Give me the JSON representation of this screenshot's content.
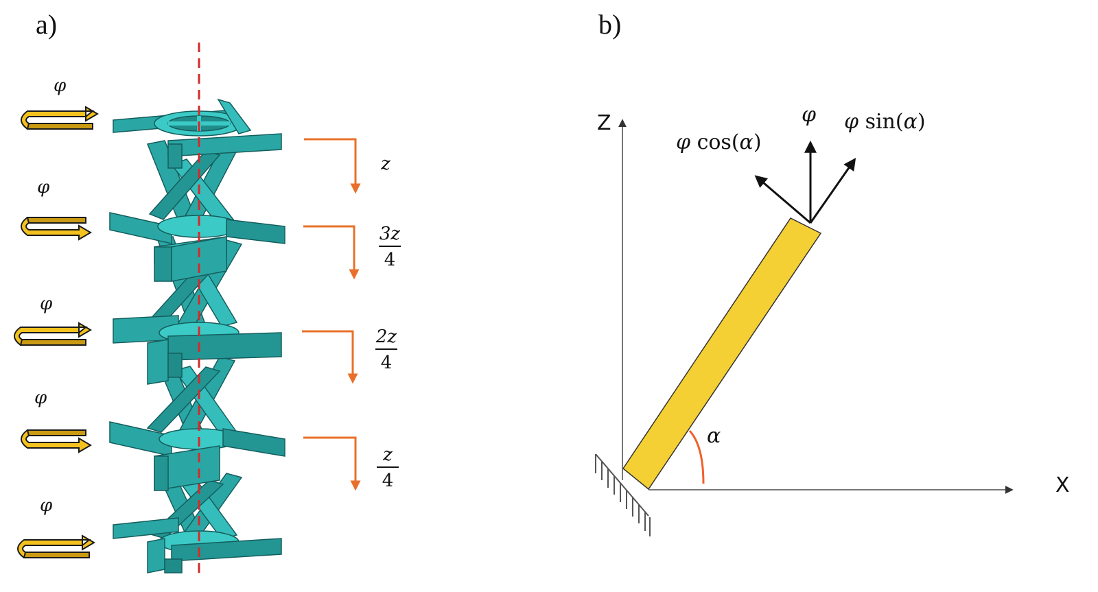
{
  "panel_a": {
    "label": "a)",
    "rotation_symbols": [
      "φ",
      "φ",
      "φ",
      "φ",
      "φ"
    ],
    "displacements": [
      {
        "numerator": "z",
        "denominator": ""
      },
      {
        "numerator": "3z",
        "denominator": "4"
      },
      {
        "numerator": "2z",
        "denominator": "4"
      },
      {
        "numerator": "z",
        "denominator": "4"
      }
    ],
    "colors": {
      "structure": "#2bb3b1",
      "structure_dark": "#1f8c8a",
      "axis_dash": "#d42a2a",
      "rotation_arrow": "#f4c21f",
      "rotation_arrow_dark": "#c99a12",
      "displacement_arrow": "#e8702a"
    }
  },
  "panel_b": {
    "label": "b)",
    "axis_z": "Z",
    "axis_x": "X",
    "angle_symbol": "α",
    "vector_labels": {
      "phi": "φ",
      "phi_cos": {
        "prefix": "φ",
        "func": "cos",
        "arg": "α"
      },
      "phi_sin": {
        "prefix": "φ",
        "func": "sin",
        "arg": "α"
      }
    },
    "colors": {
      "beam": "#f5d035",
      "angle_arc": "#f0602a",
      "axis": "#777777"
    }
  }
}
